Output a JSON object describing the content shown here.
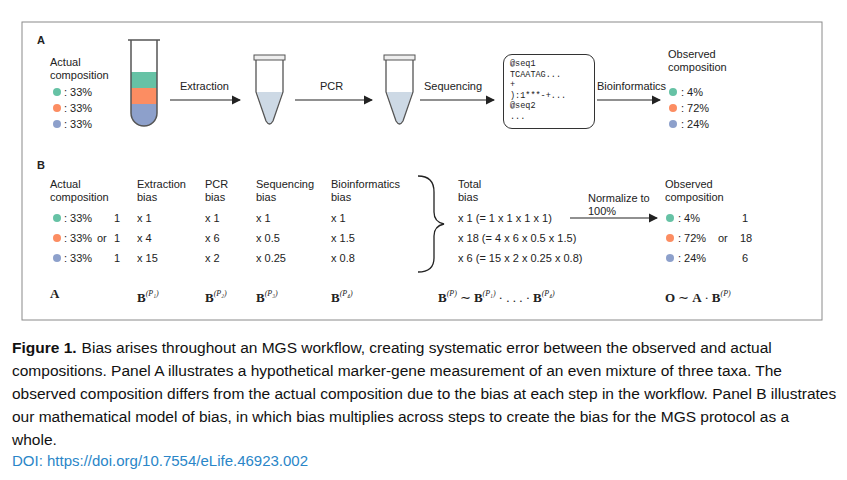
{
  "diagram": {
    "caption": "Bias arises throughout an MGS workflow, creating systematic error between the observed and actual compositions. Panel A illustrates a hypothetical marker-gene measurement of an even mixture of three taxa. The observed composition differs from the actual composition due to the bias at each step in the workflow. Panel B illustrates our mathematical model of bias, in which bias multiplies across steps to create the bias for the MGS protocol as a whole.",
    "nodes": [
      {
        "text": [
          "@seq1 TCAATAG... + ):1***-+... @seq2 ..."
        ]
      }
    ],
    "labels": [
      "A",
      "Actual composition",
      ": 33%",
      ": 33%",
      ": 33%",
      "Extraction",
      "PCR",
      "Sequencing",
      "Bioinformatics",
      "Observed composition",
      ": 4%",
      ": 72%",
      ": 24%",
      "B",
      "Actual composition",
      ": 33%",
      "1",
      ": 33%",
      "or",
      "1",
      ": 33%",
      "1",
      "Extraction bias",
      "x 1",
      "x 4",
      "x 15",
      "PCR bias",
      "x 1",
      "x 6",
      "x 2",
      "Sequencing bias",
      "x 1",
      "x 0.5",
      "x 0.25",
      "Bioinformatics bias",
      "x 1",
      "x 1.5",
      "x 0.8",
      "Total bias",
      "x 1 (= 1 x 1 x 1 x 1)",
      "x 18 (= 4 x 6 x 0.5 x 1.5)",
      "x 6 (= 15 x 2 x 0.25 x 0.8)",
      "Normalize to 100%",
      "Observed composition",
      ": 4%",
      "1",
      ": 72%",
      "or",
      "18",
      ": 24%",
      "6",
      "A",
      "B",
      "(P₁)",
      "B",
      "(P₂)",
      "B",
      "(P₃)",
      "B",
      "(P₄)",
      "B",
      "(P)",
      "∼",
      "B",
      "(P₁)",
      "· . . . ·",
      "B",
      "(P₄)",
      "O",
      "∼",
      "A",
      "·",
      "B",
      "(P)",
      "Figure 1.",
      "DOI: https://doi.org/10.7554/eLife.46923.002"
    ]
  }
}
